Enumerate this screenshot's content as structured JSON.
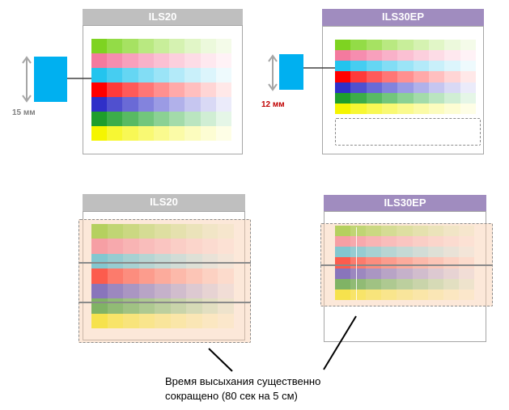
{
  "panels": {
    "top_left": {
      "header": "ILS20"
    },
    "top_right": {
      "header": "ILS30EP"
    },
    "bottom_left": {
      "header": "ILS20"
    },
    "bottom_right": {
      "header": "ILS30EP"
    }
  },
  "measurements": {
    "left": {
      "text": "15 мм",
      "color": "#808080"
    },
    "right": {
      "text": "12 мм",
      "color": "#c00000"
    }
  },
  "caption": {
    "line1": "Время высыхания существенно",
    "line2": "сокращено (80 сек на 5 см)"
  },
  "colors": {
    "header_gray": "#bfbfbf",
    "header_purple": "#a08cbf",
    "sample_blue": "#00b0f0",
    "drying_tint": "#f9cbaa"
  },
  "palette": [
    {
      "name": "green",
      "shades": [
        "#7ed321",
        "#93dc47",
        "#a6e262",
        "#b9e981",
        "#c8ee9a",
        "#d5f2b1",
        "#e1f6c7",
        "#ecf9dc",
        "#f4fbe9"
      ]
    },
    {
      "name": "pink",
      "shades": [
        "#f47a9e",
        "#f68daf",
        "#f8a0bc",
        "#f9b1c9",
        "#fbc0d3",
        "#fccfdd",
        "#fddce6",
        "#fee8ef",
        "#fff2f6"
      ]
    },
    {
      "name": "cyan",
      "shades": [
        "#23c4ee",
        "#46cdf1",
        "#65d6f3",
        "#82ddf5",
        "#9be4f7",
        "#b3eaf9",
        "#c9f0fa",
        "#dcf5fc",
        "#eefafd"
      ]
    },
    {
      "name": "red",
      "shades": [
        "#ff0000",
        "#ff3a3a",
        "#ff5a5a",
        "#ff7676",
        "#ff9090",
        "#ffa9a9",
        "#ffbfbf",
        "#ffd5d5",
        "#ffe8e8"
      ]
    },
    {
      "name": "blue",
      "shades": [
        "#2f2fc8",
        "#5050cf",
        "#6a6ad6",
        "#8383dd",
        "#9b9be4",
        "#b1b1ea",
        "#c6c6f0",
        "#d9d9f5",
        "#ebebfa"
      ]
    },
    {
      "name": "darkgreen",
      "shades": [
        "#1e9e2c",
        "#3cad49",
        "#58ba63",
        "#72c67c",
        "#8bd194",
        "#a3dbaa",
        "#bae5c0",
        "#d0eed4",
        "#e5f6e7"
      ]
    },
    {
      "name": "yellow",
      "shades": [
        "#f5f500",
        "#f7f733",
        "#f8f855",
        "#f9f973",
        "#fafa8e",
        "#fbfba7",
        "#fcfcbe",
        "#fdfdd3",
        "#fefee6"
      ]
    }
  ]
}
